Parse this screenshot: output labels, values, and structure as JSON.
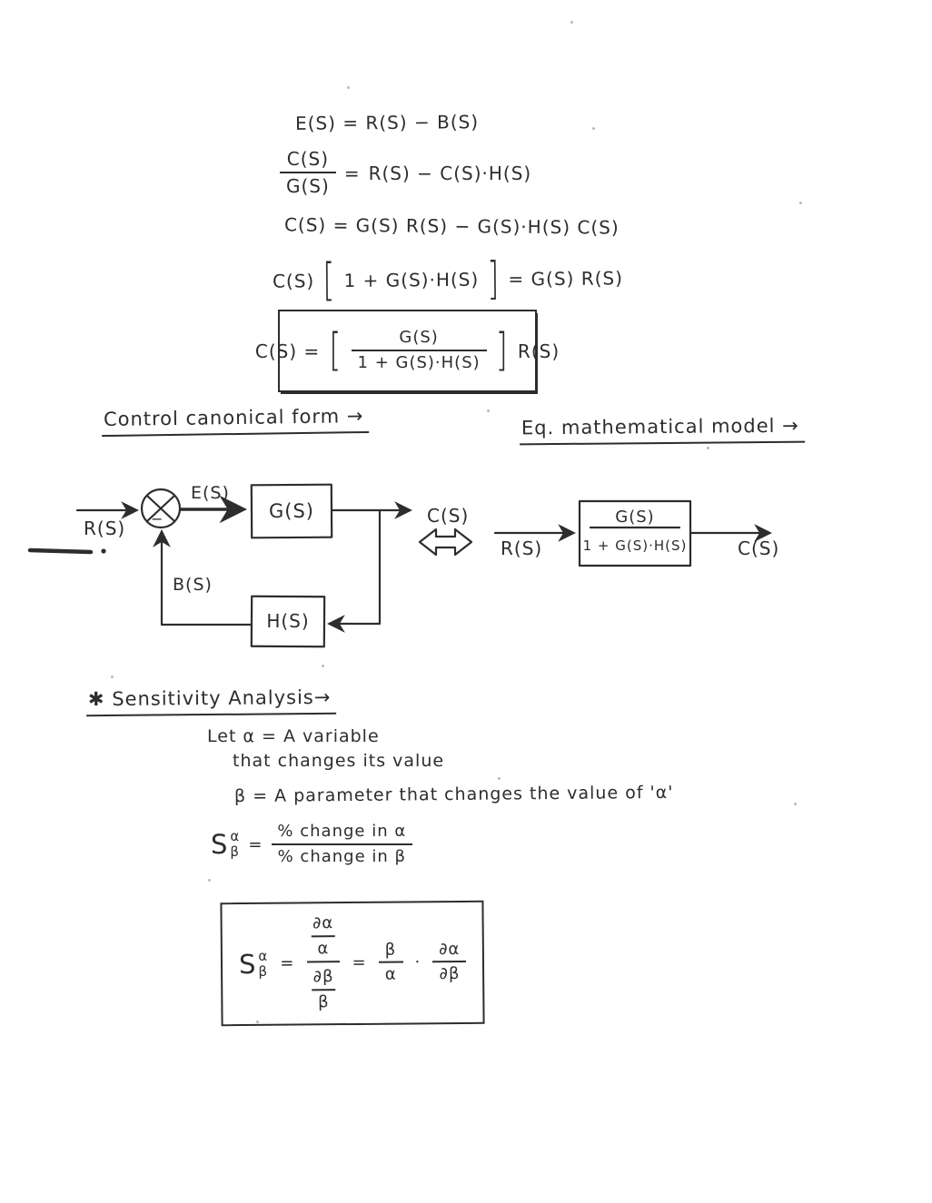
{
  "colors": {
    "ink": "#2d2d2d",
    "paper": "#ffffff"
  },
  "derivation": {
    "eq1": "E(S) = R(S) − B(S)",
    "eq2": {
      "num": "C(S)",
      "den": "G(S)",
      "eq": "=",
      "rhs": "R(S) − C(S)·H(S)"
    },
    "eq3": "C(S) = G(S) R(S) − G(S)·H(S) C(S)",
    "eq4": {
      "lhs": "C(S)",
      "lb": "[",
      "inner": "1 + G(S)·H(S)",
      "rb": "]",
      "rhs": "= G(S) R(S)"
    },
    "eq5": {
      "lhs": "C(S) =",
      "lb": "[",
      "num": "G(S)",
      "den": "1 + G(S)·H(S)",
      "rb": "]",
      "rhs": "R(S)"
    }
  },
  "headings": {
    "left": "Control canonical form →",
    "right": "Eq. mathematical model →"
  },
  "block_diagram": {
    "input": "R(S)",
    "error": "E(S)",
    "forward_block": "G(S)",
    "output": "C(S)",
    "feedback_signal": "B(S)",
    "feedback_block": "H(S)",
    "sum_sign": "−"
  },
  "equiv_model": {
    "input": "R(S)",
    "tf_num": "G(S)",
    "tf_den": "1 + G(S)·H(S)",
    "output": "C(S)"
  },
  "sensitivity": {
    "star": "✱",
    "heading": "Sensitivity Analysis→",
    "line1": "Let α = A variable",
    "line2": "that changes its value",
    "line3": "β = A parameter that changes the value of 'α'",
    "ratio": {
      "s": "S",
      "sup": "α",
      "sub": "β",
      "eq": "=",
      "num": "% change in α",
      "den": "% change in β"
    },
    "boxed": {
      "s": "S",
      "sup": "α",
      "sub": "β",
      "eq": "=",
      "f1n": "∂α",
      "f1d": "α",
      "f2n": "∂β",
      "f2d": "β",
      "eq2": "=",
      "g1n": "β",
      "g1d": "α",
      "dot": "·",
      "g2n": "∂α",
      "g2d": "∂β"
    }
  }
}
